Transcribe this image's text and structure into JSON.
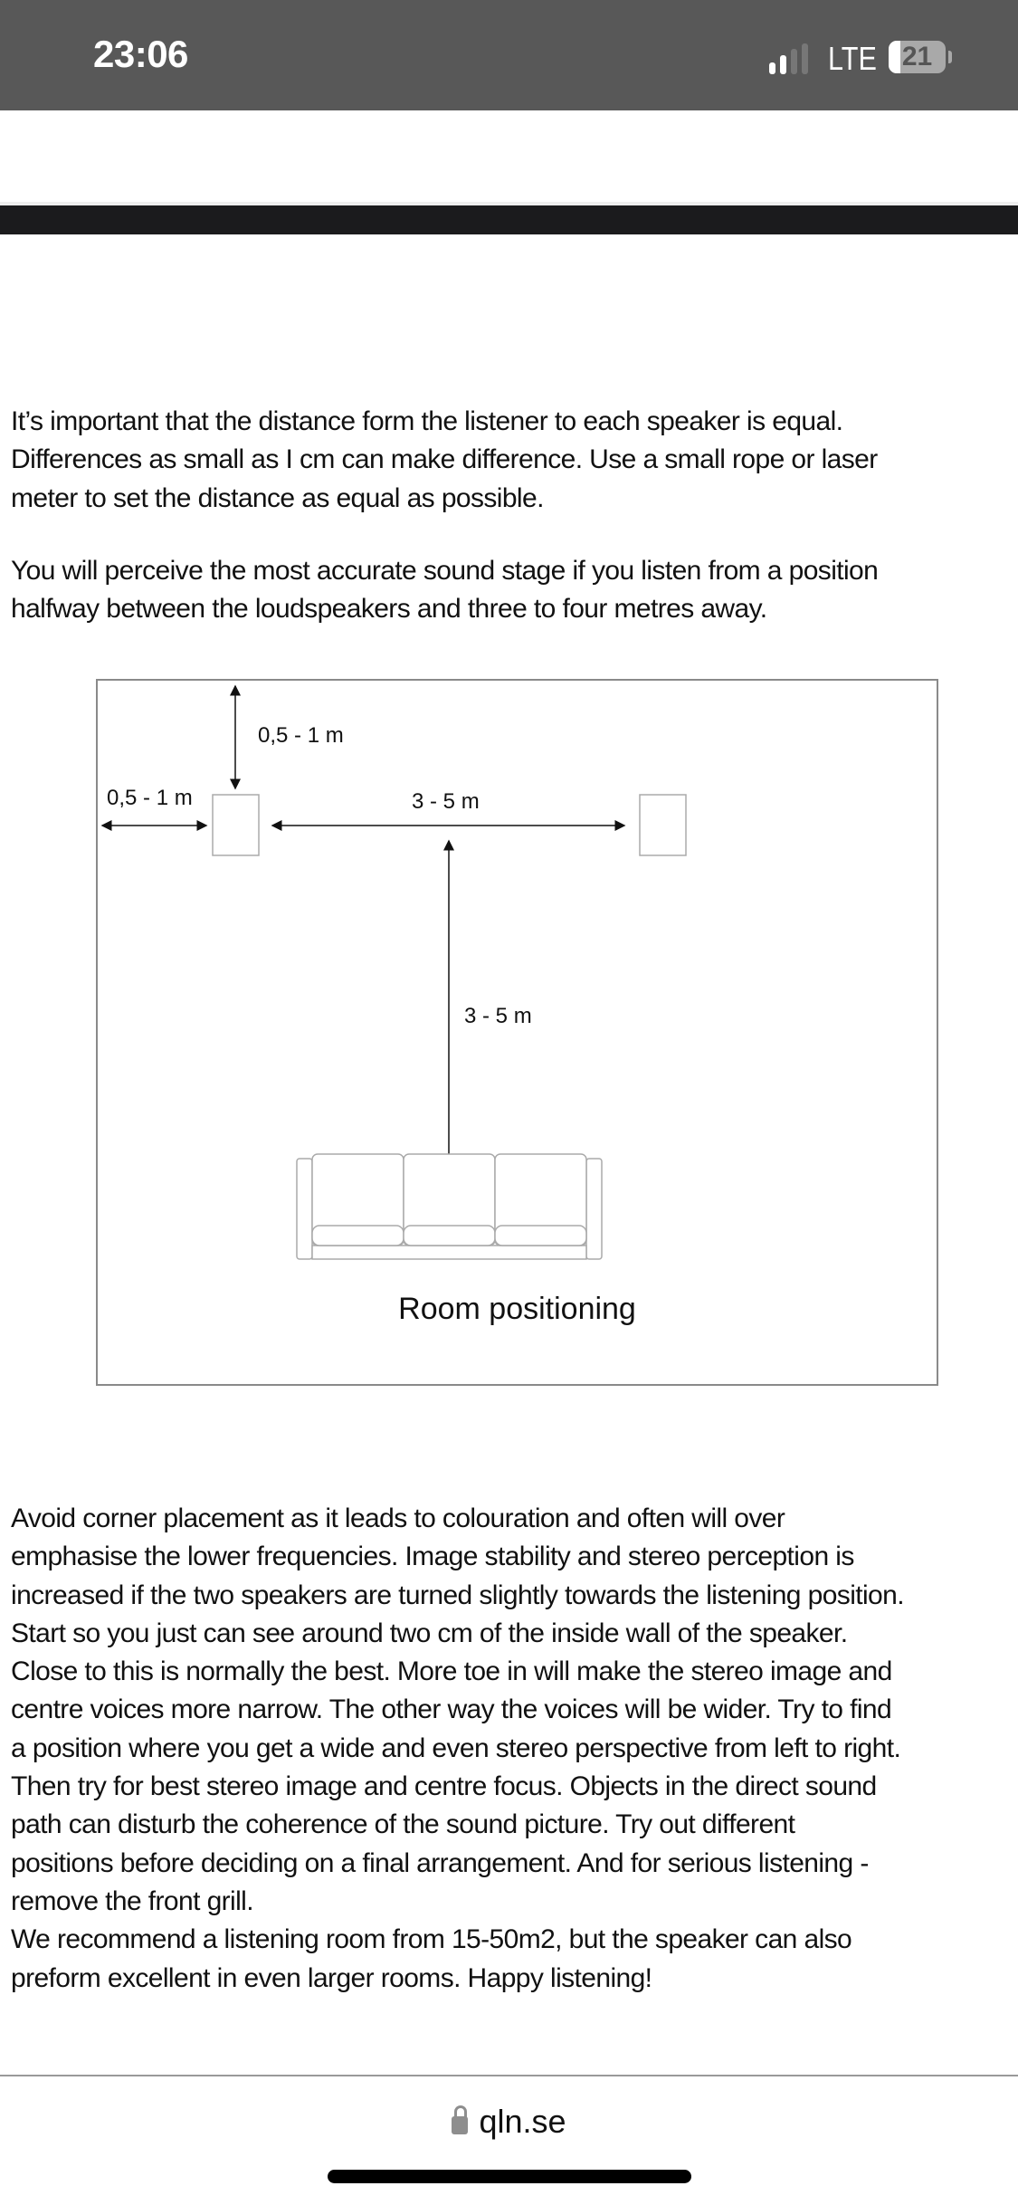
{
  "status_bar": {
    "time": "23:06",
    "network": "LTE",
    "battery": "21",
    "battery_level_percent": 21,
    "signal_bars_active": 2,
    "signal_bars_total": 4
  },
  "article": {
    "paragraph1": [
      "It’s important that the distance form the listener to each speaker is equal.",
      "Differences as small as I cm can make difference. Use a small rope or laser",
      "meter to set the distance as equal as possible."
    ],
    "paragraph2": [
      "You will perceive the most accurate sound stage if you listen from a position",
      "halfway between the loudspeakers and three to four metres away."
    ],
    "paragraph3": [
      "Avoid corner placement as it leads to colouration and often will over",
      "emphasise the lower frequencies. Image stability and stereo perception is",
      "increased if the two speakers are turned slightly towards the listening position.",
      "Start so you just can see around two cm of the inside wall of the speaker.",
      "Close to this is normally the best. More toe in will make the stereo image and",
      "centre voices more narrow. The other way the voices will be wider. Try to find",
      "a position where you get a wide and even stereo perspective from left to right.",
      "Then try for best stereo image and centre focus. Objects in the direct sound",
      "path can disturb the coherence of the sound picture. Try out different",
      "positions before deciding on a final arrangement. And for serious listening -",
      "remove the front grill.",
      "We recommend a listening room from 15-50m2, but the speaker can also",
      "preform excellent in even larger rooms. Happy listening!"
    ]
  },
  "diagram": {
    "title": "Room positioning",
    "wall_to_speaker_back": "0,5 - 1 m",
    "wall_to_speaker_side": "0,5 - 1 m",
    "speaker_spacing": "3 - 5 m",
    "listener_distance": "3 - 5 m"
  },
  "browser": {
    "url": "qln.se",
    "icon": "lock-icon"
  }
}
